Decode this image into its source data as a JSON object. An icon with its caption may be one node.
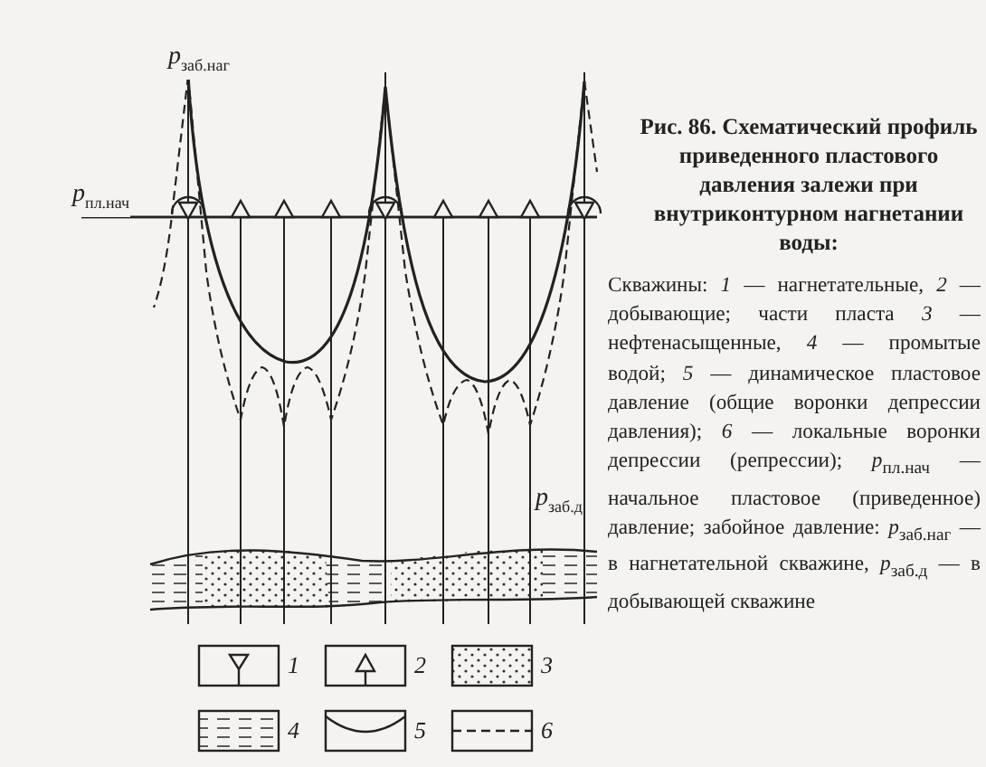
{
  "diagram": {
    "title": "Рис. 86. Схематический профиль приведенного пластового давления залежи при внутриконтурном нагнетании воды:",
    "caption": "Скважины: *1* — нагнетательные, *2* — добывающие; части пласта *3* — нефтенасыщенные, *4* — промытые водой; *5* — динамическое пластовое давление (общие воронки депрессии давления); *6* — локальные воронки депрессии (репрессии); *p*$_{пл.нач}$ — начальное пластовое (приведенное) давление; забойное давление: *p*$_{заб.наг}$ — в нагнетательной скважине, *p*$_{заб.д}$ — в добывающей скважине",
    "labels": [
      "p$_{заб.наг}$",
      "p$_{пл.нач}$",
      "p$_{заб.д}$"
    ],
    "legend": [
      {
        "text": "1"
      },
      {
        "text": "2"
      },
      {
        "text": "3"
      },
      {
        "text": "4"
      },
      {
        "text": "5"
      },
      {
        "text": "6"
      }
    ]
  }
}
